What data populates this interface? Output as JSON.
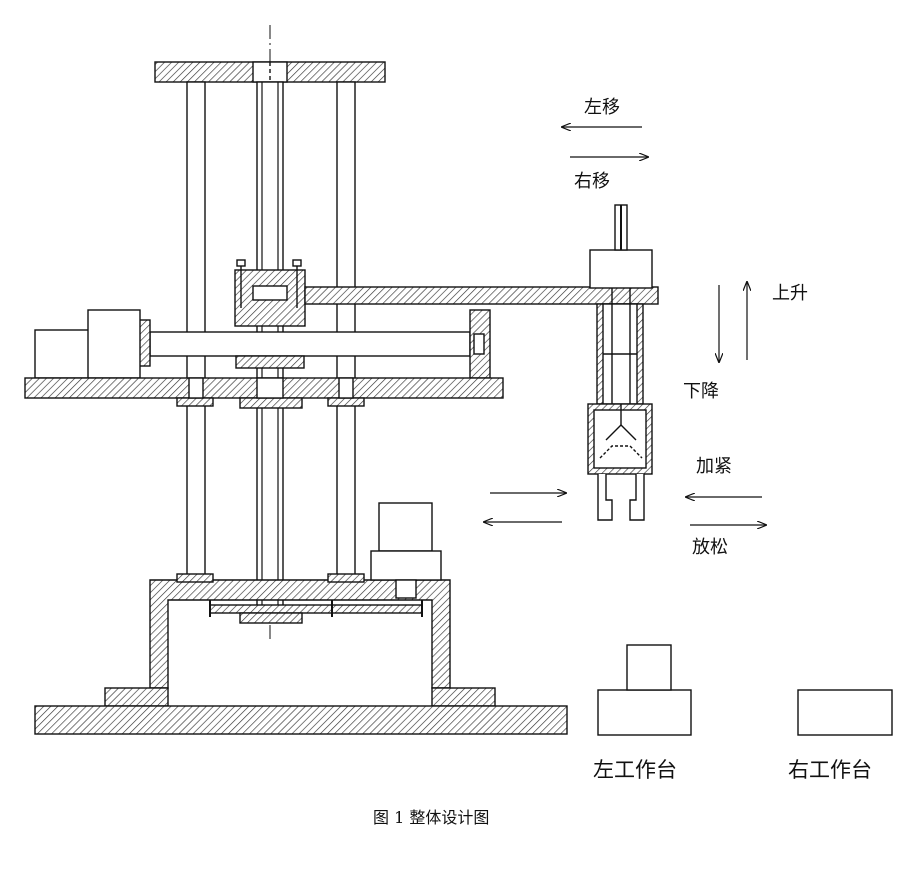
{
  "labels": {
    "move_left": "左移",
    "move_right": "右移",
    "rise": "上升",
    "descend": "下降",
    "clamp": "加紧",
    "release": "放松",
    "left_table": "左工作台",
    "right_table": "右工作台"
  },
  "caption": "图 1 整体设计图",
  "colors": {
    "ink": "#111111",
    "hatch": "#333333",
    "background": "#ffffff"
  }
}
